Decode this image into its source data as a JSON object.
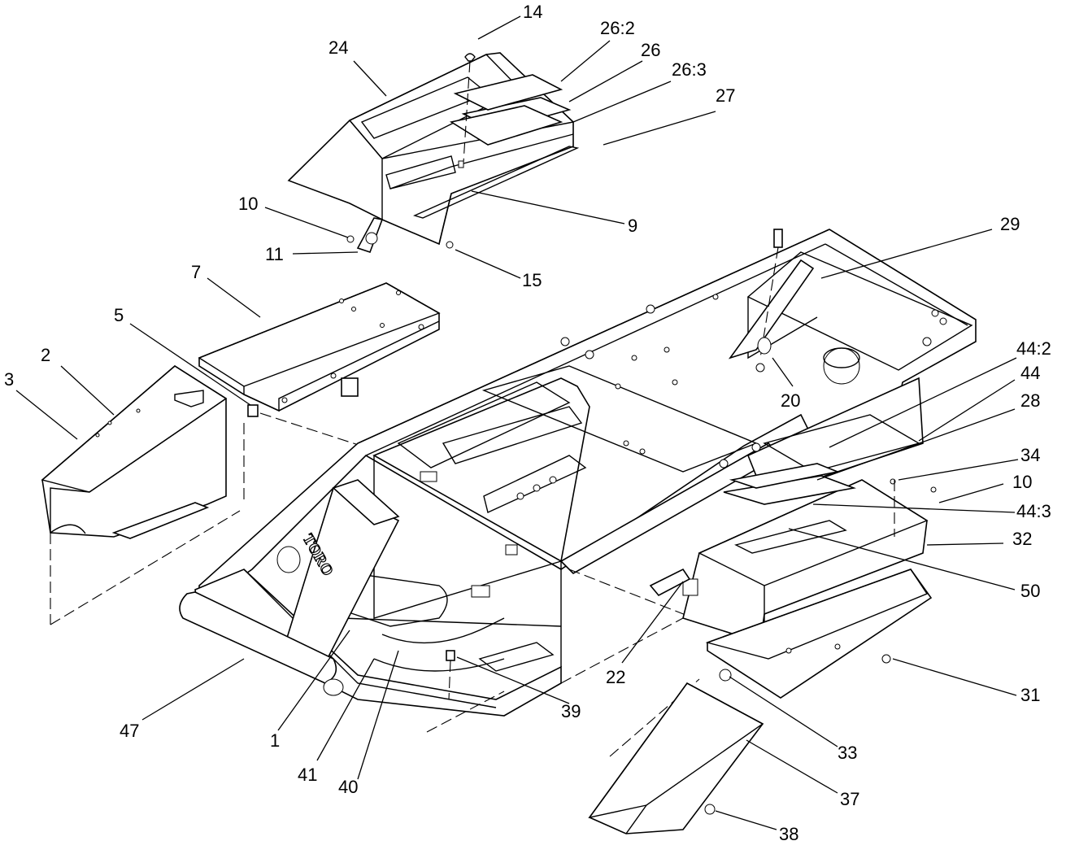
{
  "logo": "TORO",
  "callouts": {
    "c1": "1",
    "c2": "2",
    "c3": "3",
    "c5": "5",
    "c7": "7",
    "c9": "9",
    "c10a": "10",
    "c10b": "10",
    "c11": "11",
    "c14": "14",
    "c15": "15",
    "c20": "20",
    "c22": "22",
    "c24": "24",
    "c26": "26",
    "c26_2": "26:2",
    "c26_3": "26:3",
    "c27": "27",
    "c28": "28",
    "c29": "29",
    "c31": "31",
    "c32": "32",
    "c33": "33",
    "c34": "34",
    "c37": "37",
    "c38": "38",
    "c39": "39",
    "c40": "40",
    "c41": "41",
    "c44": "44",
    "c44_2": "44:2",
    "c44_3": "44:3",
    "c47": "47",
    "c50": "50"
  }
}
